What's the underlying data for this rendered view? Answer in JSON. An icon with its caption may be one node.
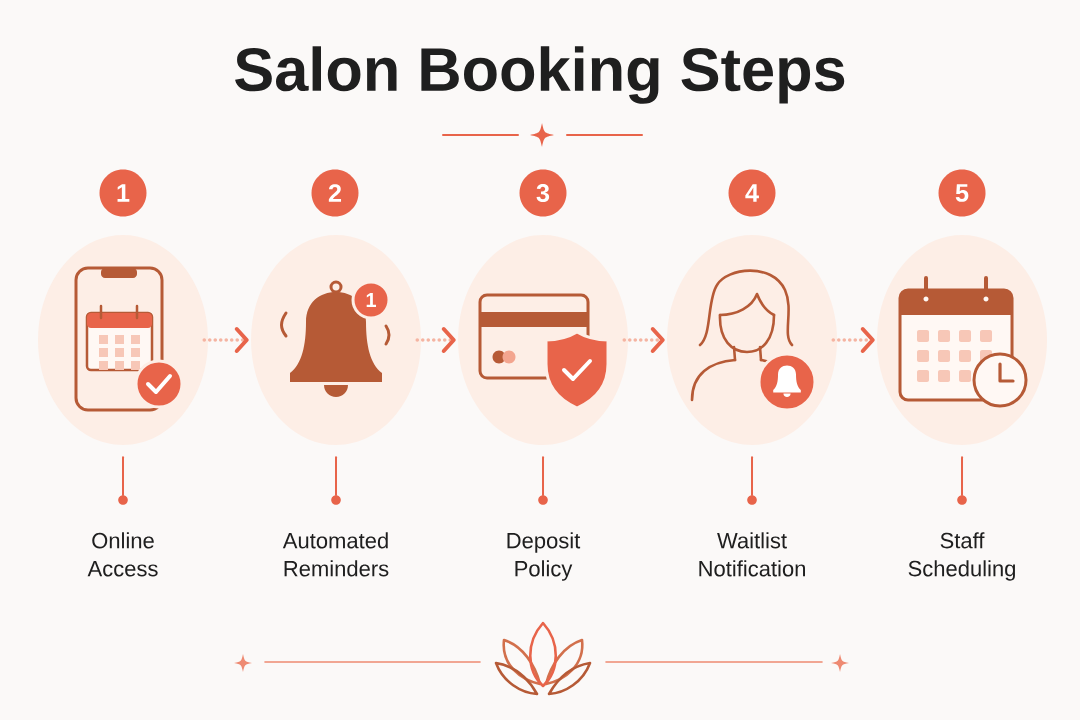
{
  "diagram": {
    "title": "Salon Booking Steps",
    "nodes": [
      {
        "text": [
          "1"
        ]
      },
      {
        "text": [
          "2"
        ]
      },
      {
        "text": [
          "3"
        ]
      },
      {
        "text": [
          "4"
        ]
      },
      {
        "text": [
          "5"
        ]
      },
      {
        "text": [],
        "shape": "circle"
      },
      {
        "text": [],
        "shape": "circle"
      },
      {
        "text": [
          "1"
        ],
        "in": 6
      },
      {
        "text": [],
        "shape": "circle"
      },
      {
        "text": [],
        "shape": "circle"
      },
      {
        "text": [],
        "shape": "circle"
      },
      {
        "text": [],
        "shape": "circle",
        "beside": [
          "Online Access"
        ]
      },
      {
        "text": [],
        "shape": "circle",
        "beside": [
          "Automated Reminders"
        ]
      },
      {
        "text": [],
        "shape": "circle",
        "beside": [
          "Deposit Policy"
        ]
      },
      {
        "text": [],
        "shape": "circle",
        "beside": [
          "Waitlist Notification"
        ]
      },
      {
        "text": [],
        "shape": "circle",
        "beside": [
          "Staff Scheduling"
        ]
      }
    ],
    "edges": [
      {
        "from": 5,
        "to": 6,
        "arrow": "to",
        "style": "dashed",
        "color": "#f5b4a2"
      },
      {
        "from": 6,
        "to": 8,
        "arrow": "to",
        "style": "dashed",
        "color": "#f5b4a2"
      },
      {
        "from": 8,
        "to": 9,
        "arrow": "to",
        "style": "dashed",
        "color": "#f5b4a2"
      },
      {
        "from": 9,
        "to": 10,
        "arrow": "to",
        "style": "dashed",
        "color": "#f5b4a2"
      },
      {
        "from": 5,
        "to": 11,
        "arrow": "none"
      },
      {
        "from": 6,
        "to": 12,
        "arrow": "none"
      },
      {
        "from": 8,
        "to": 13,
        "arrow": "none"
      },
      {
        "from": 9,
        "to": 14,
        "arrow": "none"
      },
      {
        "from": 10,
        "to": 15,
        "arrow": "none"
      }
    ]
  }
}
